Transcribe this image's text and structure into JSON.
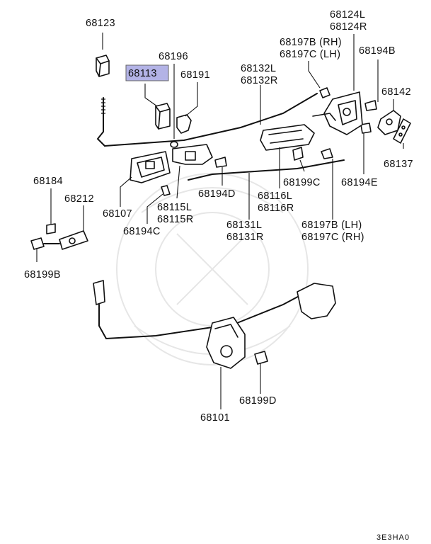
{
  "diagram": {
    "highlight_color": "#b3b3e6",
    "part_labels": {
      "p68123": "68123",
      "p68196": "68196",
      "p68113": "68113",
      "p68191": "68191",
      "p68132L": "68132L",
      "p68132R": "68132R",
      "p68124L": "68124L",
      "p68124R": "68124R",
      "p68197B_RH": "68197B (RH)",
      "p68197C_LH": "68197C (LH)",
      "p68194B": "68194B",
      "p68142": "68142",
      "p68137": "68137",
      "p68184": "68184",
      "p68212": "68212",
      "p68107": "68107",
      "p68115L": "68115L",
      "p68115R": "68115R",
      "p68194C": "68194C",
      "p68194D": "68194D",
      "p68116L": "68116L",
      "p68116R": "68116R",
      "p68199C": "68199C",
      "p68194E": "68194E",
      "p68131L": "68131L",
      "p68131R": "68131R",
      "p68197B_LH": "68197B (LH)",
      "p68197C_RH": "68197C (RH)",
      "p68199B": "68199B",
      "p68199D": "68199D",
      "p68101": "68101"
    },
    "figure_code": "3E3HA0"
  }
}
